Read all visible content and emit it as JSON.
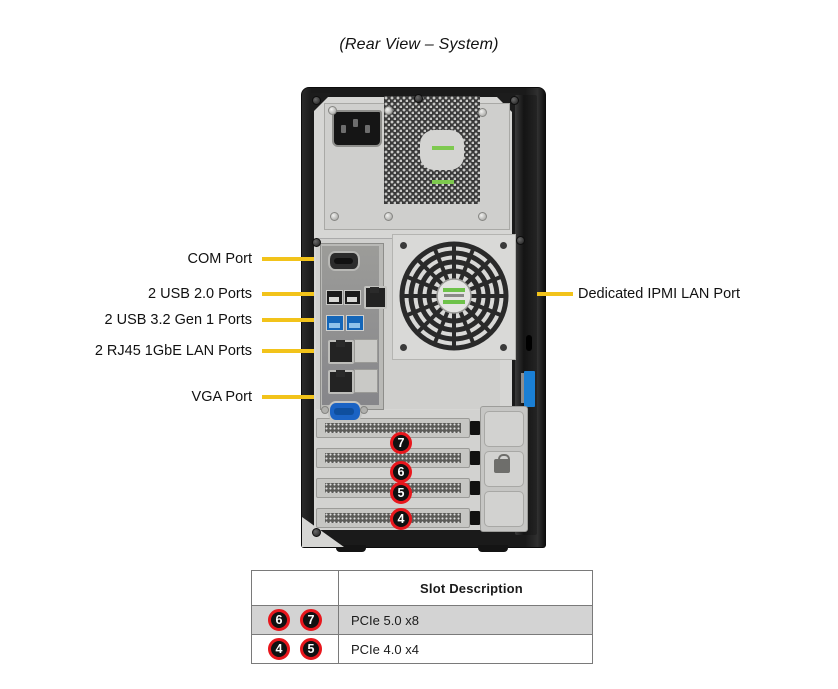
{
  "title": "(Rear View – System)",
  "colors": {
    "leader_line": "#F2C31A",
    "badge_ring": "#E8161C",
    "badge_fill": "#111111",
    "usb3_blue": "#1466B8",
    "vga_blue": "#1B63C4",
    "panel_blue_tab": "#1A7FD4",
    "table_shaded_row": "#D3D3D3"
  },
  "callouts": {
    "left": [
      {
        "label": "COM Port",
        "number": null
      },
      {
        "label": "2 USB 2.0 Ports",
        "number": null
      },
      {
        "label": "2 USB 3.2 Gen 1 Ports",
        "number": null
      },
      {
        "label": "2 RJ45 1GbE LAN Ports",
        "number": null
      },
      {
        "label": "VGA Port",
        "number": null
      }
    ],
    "right": [
      {
        "label": "Dedicated IPMI LAN Port",
        "number": null
      }
    ]
  },
  "chassis_badges": [
    {
      "number": "7",
      "slot_ref": "PCIe 5.0 x8"
    },
    {
      "number": "6",
      "slot_ref": "PCIe 5.0 x8"
    },
    {
      "number": "5",
      "slot_ref": "PCIe 4.0 x4"
    },
    {
      "number": "4",
      "slot_ref": "PCIe 4.0 x4"
    }
  ],
  "slot_table": {
    "headers": [
      "",
      "Slot Description"
    ],
    "rows": [
      {
        "badges": [
          "6",
          "7"
        ],
        "description": "PCIe 5.0 x8",
        "shaded": true
      },
      {
        "badges": [
          "4",
          "5"
        ],
        "description": "PCIe 4.0 x4",
        "shaded": false
      }
    ]
  }
}
